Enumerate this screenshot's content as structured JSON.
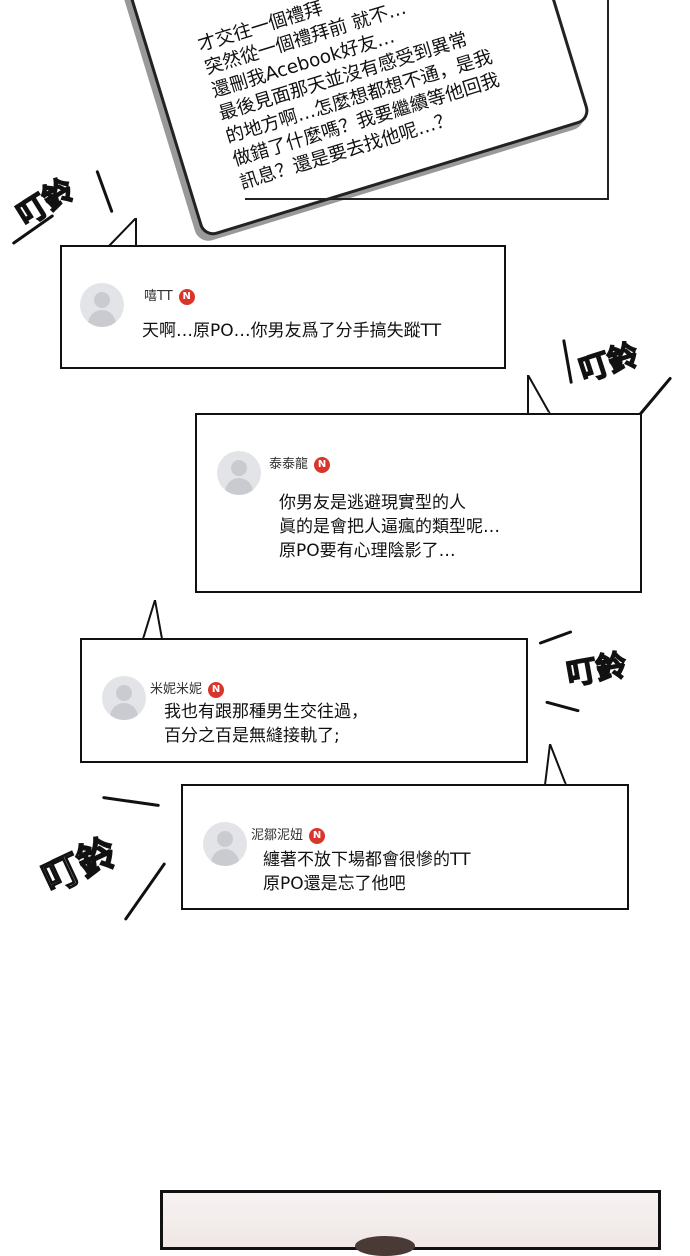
{
  "phone_post": {
    "lines": [
      "才交往一個禮拜",
      "突然從一個禮拜前 就不…",
      "還刪我Acebook好友…",
      "最後見面那天並沒有感受到異常",
      "的地方啊…怎麼想都想不通，是我",
      "做錯了什麼嗎？我要繼續等他回我",
      "訊息？還是要去找他呢…？"
    ]
  },
  "sound_effect": "叮鈴",
  "badge_letter": "N",
  "badge_color": "#d9362b",
  "comments": [
    {
      "name": "嘻TT",
      "lines": [
        "天啊…原PO…你男友爲了分手搞失蹤TT"
      ]
    },
    {
      "name": "泰泰龍",
      "lines": [
        "你男友是逃避現實型的人",
        "眞的是會把人逼瘋的類型呢…",
        "原PO要有心理陰影了…"
      ]
    },
    {
      "name": "米妮米妮",
      "lines": [
        "我也有跟那種男生交往過，",
        "百分之百是無縫接軌了;"
      ]
    },
    {
      "name": "泥鄒泥妞",
      "lines": [
        "纏著不放下場都會很慘的TT",
        "原PO還是忘了他吧"
      ]
    }
  ]
}
